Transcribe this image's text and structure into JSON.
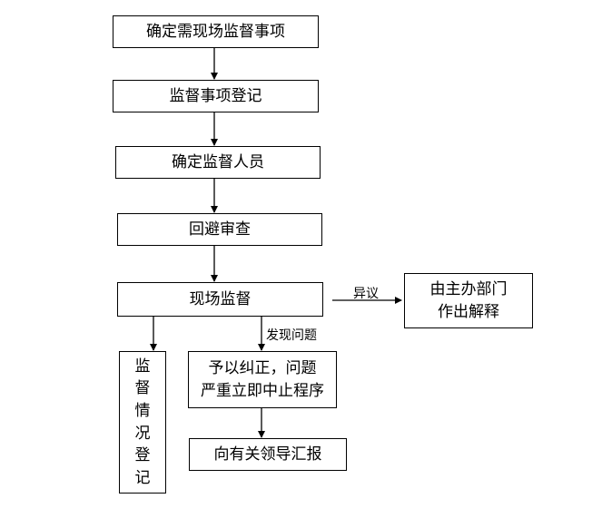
{
  "steps": {
    "s1": "确定需现场监督事项",
    "s2": "监督事项登记",
    "s3": "确定监督人员",
    "s4": "回避审查",
    "s5": "现场监督"
  },
  "objection": {
    "label": "异议",
    "box_line1": "由主办部门",
    "box_line2": "作出解释"
  },
  "record": {
    "chars": [
      "监",
      "督",
      "情",
      "况",
      "登",
      "记"
    ]
  },
  "issue": {
    "label": "发现问题",
    "correct_line1": "予以纠正，问题",
    "correct_line2": "严重立即中止程序",
    "report": "向有关领导汇报"
  }
}
